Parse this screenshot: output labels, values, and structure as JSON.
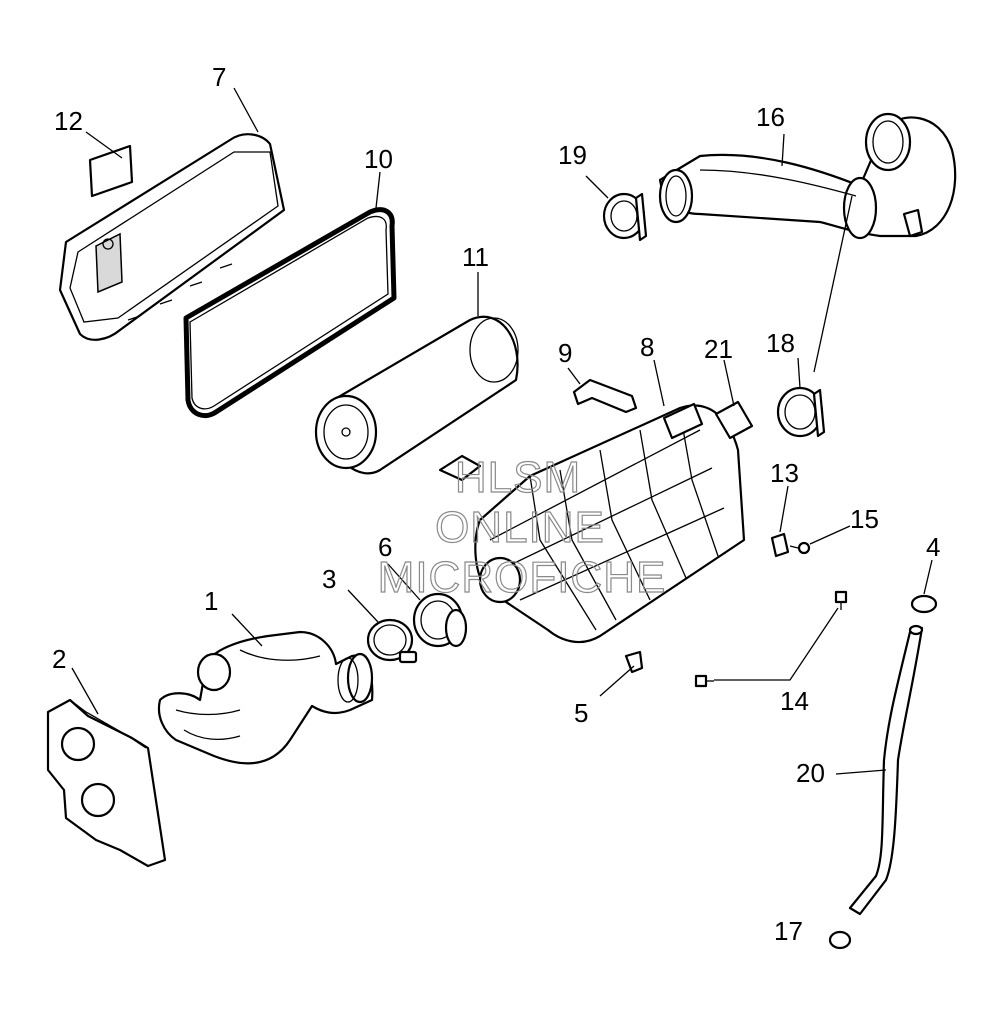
{
  "callouts": [
    {
      "id": "c1",
      "label": "1"
    },
    {
      "id": "c2",
      "label": "2"
    },
    {
      "id": "c3",
      "label": "3"
    },
    {
      "id": "c4",
      "label": "4"
    },
    {
      "id": "c5",
      "label": "5"
    },
    {
      "id": "c6",
      "label": "6"
    },
    {
      "id": "c7",
      "label": "7"
    },
    {
      "id": "c8",
      "label": "8"
    },
    {
      "id": "c9",
      "label": "9"
    },
    {
      "id": "c10",
      "label": "10"
    },
    {
      "id": "c11",
      "label": "11"
    },
    {
      "id": "c12",
      "label": "12"
    },
    {
      "id": "c13",
      "label": "13"
    },
    {
      "id": "c14",
      "label": "14"
    },
    {
      "id": "c15",
      "label": "15"
    },
    {
      "id": "c16",
      "label": "16"
    },
    {
      "id": "c17",
      "label": "17"
    },
    {
      "id": "c18",
      "label": "18"
    },
    {
      "id": "c19",
      "label": "19"
    },
    {
      "id": "c20",
      "label": "20"
    },
    {
      "id": "c21",
      "label": "21"
    }
  ],
  "watermark": {
    "line1": "HLSM",
    "line2": "ONLINE",
    "line3": "MICROFICHE"
  }
}
